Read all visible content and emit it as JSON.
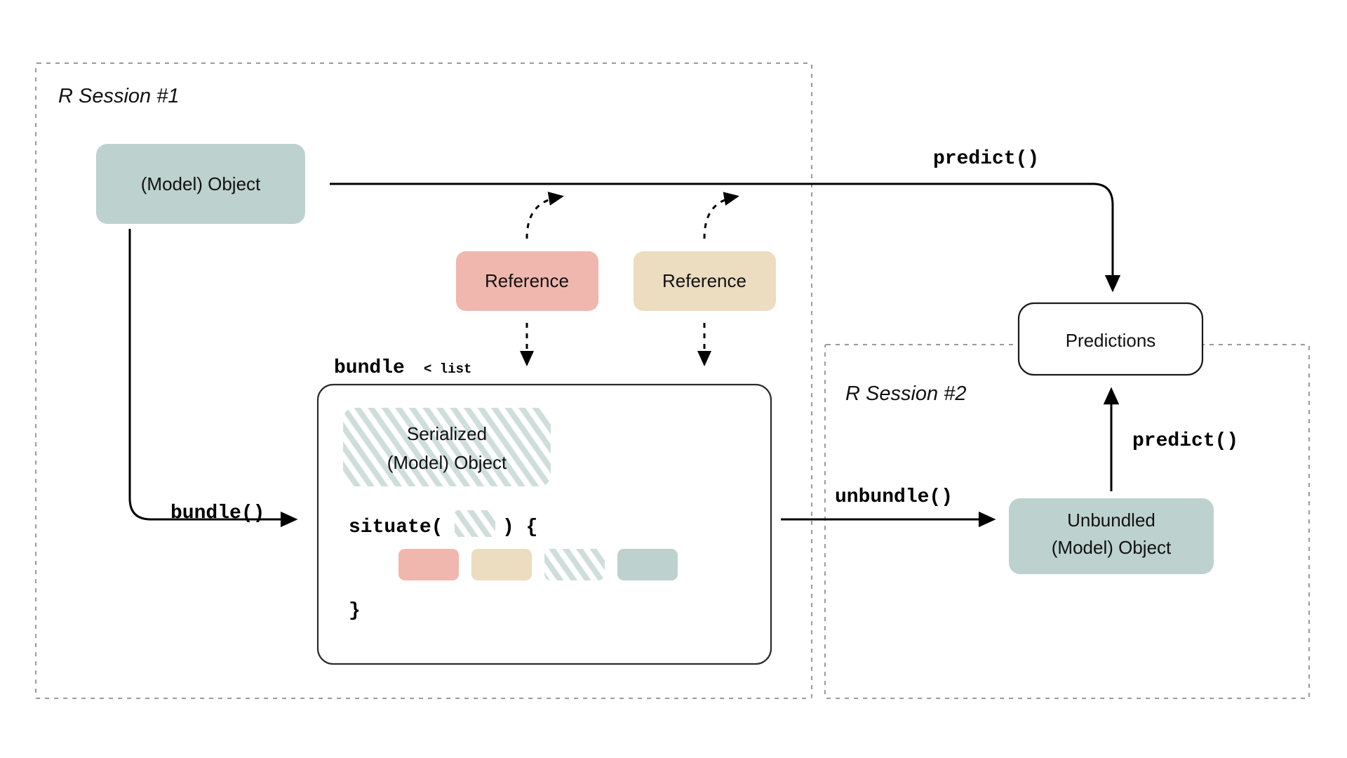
{
  "sessions": [
    {
      "title": "R Session #1"
    },
    {
      "title": "R Session #2"
    }
  ],
  "nodes": {
    "model_object": "(Model) Object",
    "reference_one": "Reference",
    "reference_two": "Reference",
    "serialized_line1": "Serialized",
    "serialized_line2": "(Model) Object",
    "predictions": "Predictions",
    "unbundled_line1": "Unbundled",
    "unbundled_line2": "(Model) Object"
  },
  "code": {
    "bundle_class_name": "bundle",
    "bundle_class_inherits": "< list",
    "situate_open": "situate(",
    "situate_close": ") {",
    "situate_brace_close": "}"
  },
  "edges": {
    "predict_top": "predict()",
    "predict_session2": "predict()",
    "bundle_call": "bundle()",
    "unbundle_call": "unbundle()"
  },
  "chips": [
    {
      "name": "chip-reference-red",
      "fill": "#f0b7ae"
    },
    {
      "name": "chip-reference-tan",
      "fill": "#ecdcc0"
    },
    {
      "name": "chip-serialized-hatch",
      "fill": "hatched"
    },
    {
      "name": "chip-model-green",
      "fill": "#bdd2ce"
    }
  ],
  "colors": {
    "green": "#bdd2ce",
    "pink": "#f0b7ae",
    "tan": "#ecdcc0",
    "hatch": "#cfdedb",
    "dashed_border": "#9a9a9a",
    "ink": "#111111",
    "background": "#ffffff"
  }
}
